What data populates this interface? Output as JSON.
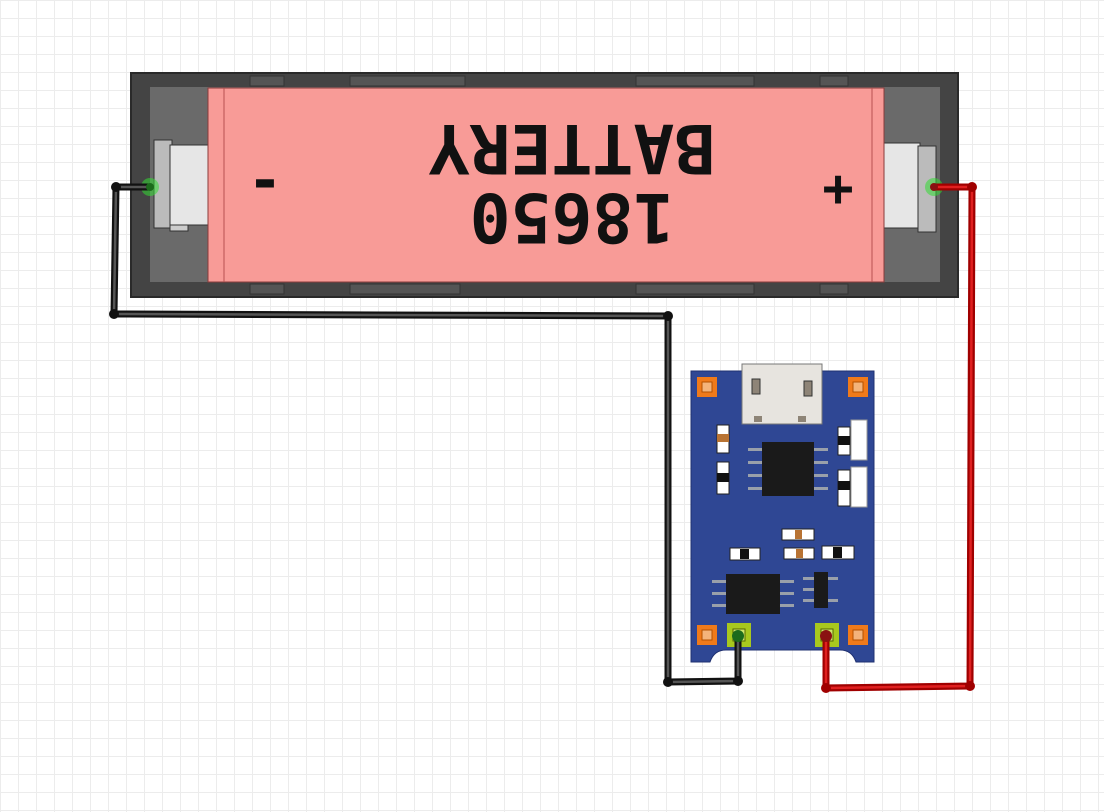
{
  "battery": {
    "type_label": "BATTERY",
    "model_label": "18650",
    "minus_symbol": "-",
    "plus_symbol": "+",
    "body_color": "#f89b97",
    "holder_color": "#444444"
  },
  "module": {
    "board_color": "#2f4794",
    "connector": "micro-usb"
  },
  "wires": {
    "negative_color": "#222222",
    "positive_color": "#cc1111"
  }
}
